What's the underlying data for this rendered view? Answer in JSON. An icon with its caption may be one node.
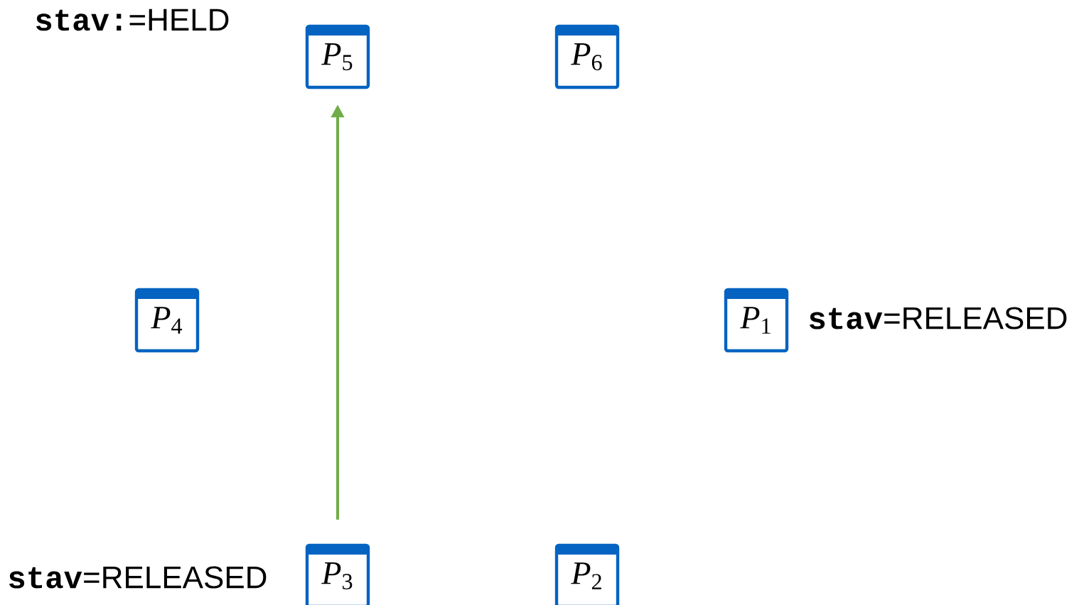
{
  "diagram": {
    "nodes": [
      {
        "text": [
          "*P*$_{5}$"
        ],
        "beside": [
          "stav:",
          "=HELD"
        ]
      },
      {
        "text": [
          "*P*$_{6}$"
        ]
      },
      {
        "text": [
          "*P*$_{4}$"
        ]
      },
      {
        "text": [
          "*P*$_{1}$"
        ],
        "beside": [
          "stav",
          "=RELEASED"
        ]
      },
      {
        "text": [
          "*P*$_{3}$"
        ],
        "beside": [
          "stav",
          "=RELEASED"
        ]
      },
      {
        "text": [
          "*P*$_{2}$"
        ]
      }
    ],
    "edges": [
      {
        "from": 4,
        "to": 0,
        "arrow": "to",
        "color": "#70ad47"
      }
    ]
  }
}
